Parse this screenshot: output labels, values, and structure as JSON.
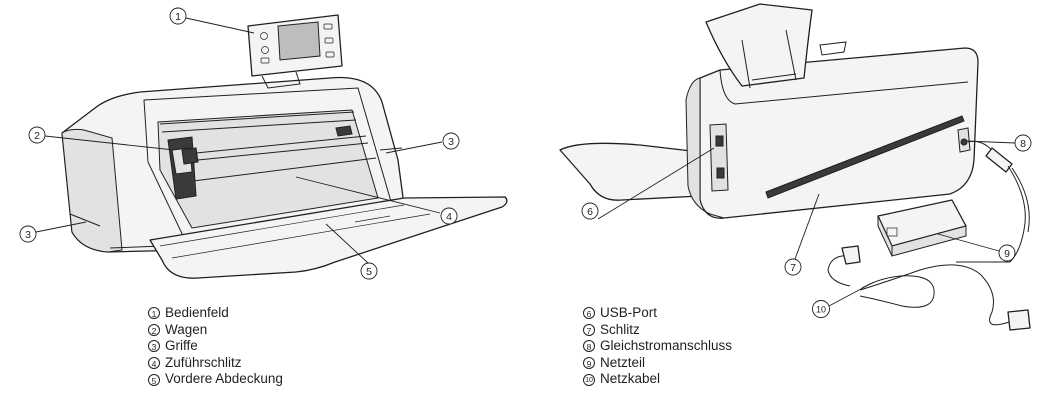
{
  "callouts": {
    "c1": "1",
    "c2": "2",
    "c3a": "3",
    "c3b": "3",
    "c4": "4",
    "c5": "5",
    "c6": "6",
    "c7": "7",
    "c8": "8",
    "c9": "9",
    "c10": "10"
  },
  "legend_left": [
    {
      "num": "1",
      "label": "Bedienfeld"
    },
    {
      "num": "2",
      "label": "Wagen"
    },
    {
      "num": "3",
      "label": "Griffe"
    },
    {
      "num": "4",
      "label": "Zuführschlitz"
    },
    {
      "num": "5",
      "label": "Vordere Abdeckung"
    }
  ],
  "legend_right": [
    {
      "num": "6",
      "label": "USB-Port"
    },
    {
      "num": "7",
      "label": "Schlitz"
    },
    {
      "num": "8",
      "label": "Gleichstromanschluss"
    },
    {
      "num": "9",
      "label": "Netzteil"
    },
    {
      "num": "10",
      "label": "Netzkabel"
    }
  ]
}
